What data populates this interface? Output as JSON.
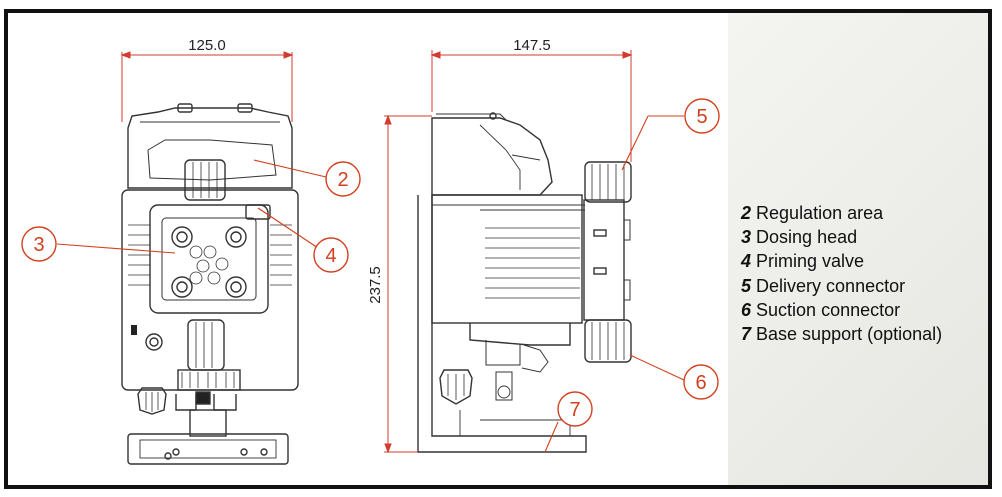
{
  "dimensions": {
    "front_width": "125.0",
    "side_width": "147.5",
    "side_height": "237.5"
  },
  "callouts": [
    "2",
    "3",
    "4",
    "5",
    "6",
    "7"
  ],
  "legend": [
    {
      "num": "2",
      "label": "Regulation area"
    },
    {
      "num": "3",
      "label": "Dosing head"
    },
    {
      "num": "4",
      "label": "Priming valve"
    },
    {
      "num": "5",
      "label": "Delivery connector"
    },
    {
      "num": "6",
      "label": "Suction connector"
    },
    {
      "num": "7",
      "label": "Base support (optional)"
    }
  ],
  "colors": {
    "callout": "#d2401e",
    "drawing_line": "#333333",
    "dimension_line": "#d23b2e",
    "border": "#111111",
    "legend_panel": "#ececE8"
  }
}
